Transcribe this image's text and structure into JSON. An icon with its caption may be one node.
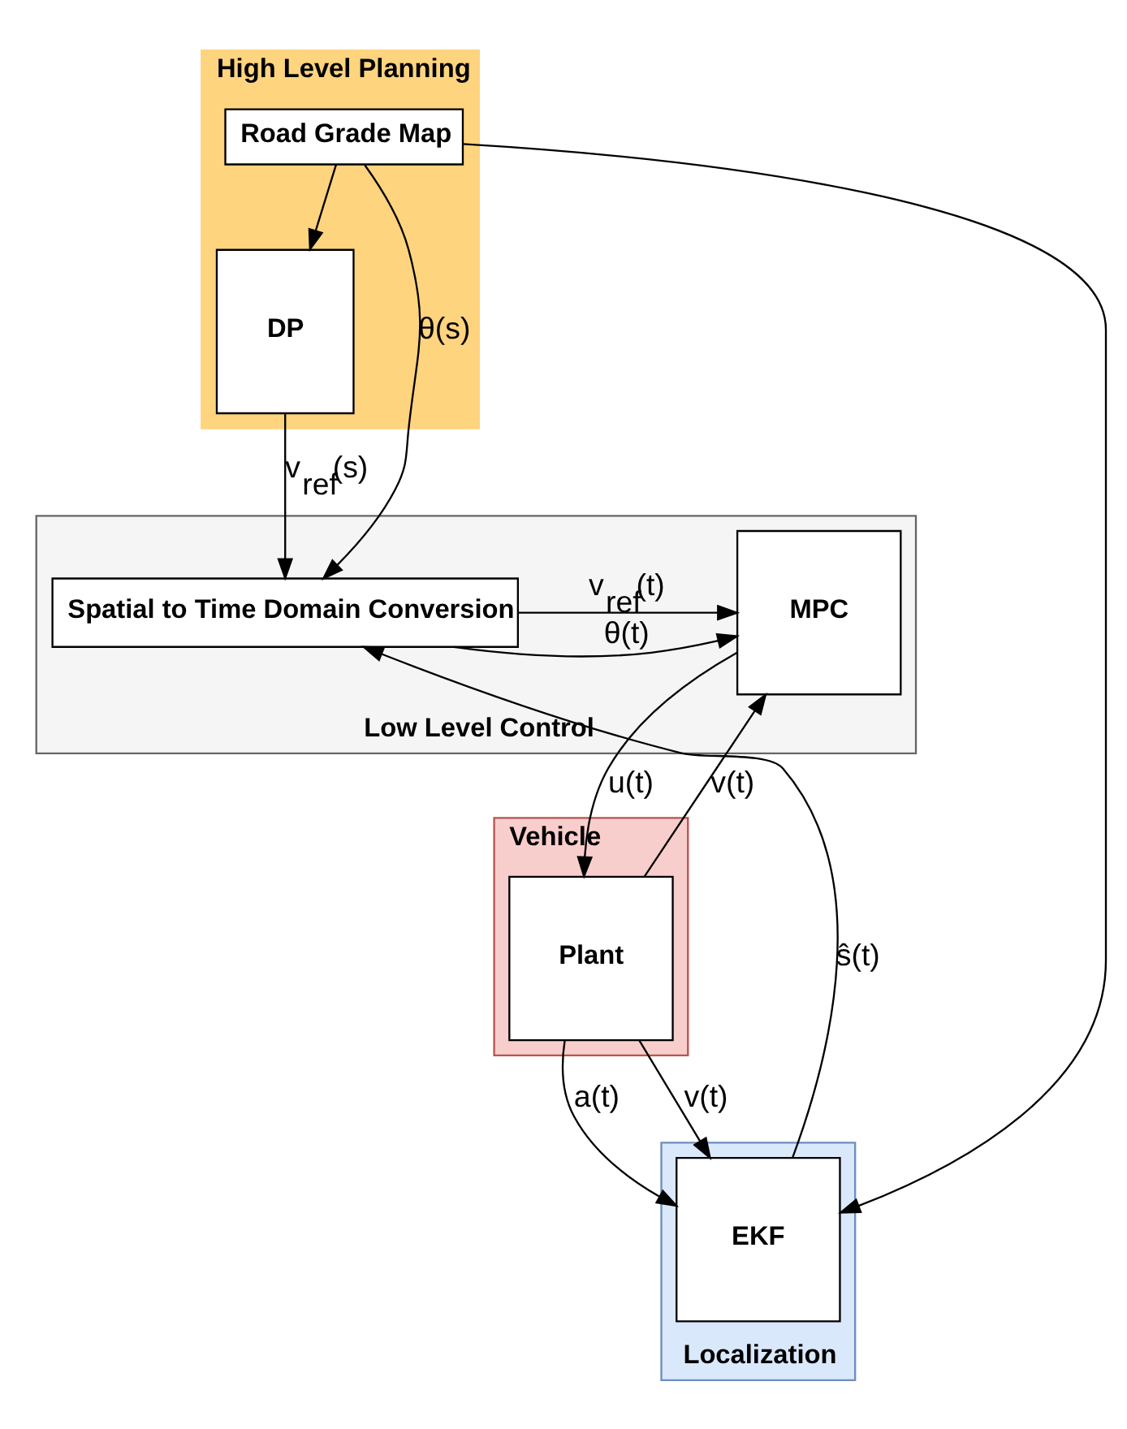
{
  "diagram": {
    "nodes": [
      {
        "text": [
          "High Level Planning"
        ]
      },
      {
        "text": [
          "Road Grade Map"
        ],
        "in": 0
      },
      {
        "text": [
          "DP"
        ],
        "in": 0
      },
      {
        "text": [
          "Low Level Control"
        ]
      },
      {
        "text": [
          "MPC"
        ],
        "in": 3
      },
      {
        "text": [
          "Spatial to Time Domain Conversion"
        ],
        "in": 3
      },
      {
        "text": [
          "Vehicle"
        ]
      },
      {
        "text": [
          "Plant"
        ],
        "in": 6
      },
      {
        "text": [
          "Localization"
        ]
      },
      {
        "text": [
          "EKF"
        ],
        "in": 8
      }
    ],
    "edges": [
      {
        "from": 1,
        "to": 2,
        "arrow": "to"
      },
      {
        "from": 1,
        "to": 5,
        "arrow": "to",
        "label": "θ(s)"
      },
      {
        "from": 1,
        "to": 9,
        "arrow": "to"
      },
      {
        "from": 2,
        "to": 5,
        "arrow": "to",
        "label": "v$_{ref}$(s)"
      },
      {
        "from": 5,
        "to": 4,
        "arrow": "to",
        "label": "v$_{ref}$(t)"
      },
      {
        "from": 5,
        "to": 4,
        "arrow": "to",
        "label": "θ(t)"
      },
      {
        "from": 4,
        "to": 7,
        "arrow": "to",
        "label": "u(t)"
      },
      {
        "from": 7,
        "to": 4,
        "arrow": "to",
        "label": "v(t)"
      },
      {
        "from": 7,
        "to": 9,
        "arrow": "to",
        "label": "a(t)"
      },
      {
        "from": 7,
        "to": 9,
        "arrow": "to",
        "label": "v(t)"
      },
      {
        "from": 9,
        "to": 5,
        "arrow": "to",
        "label": "ŝ(t)"
      }
    ]
  }
}
